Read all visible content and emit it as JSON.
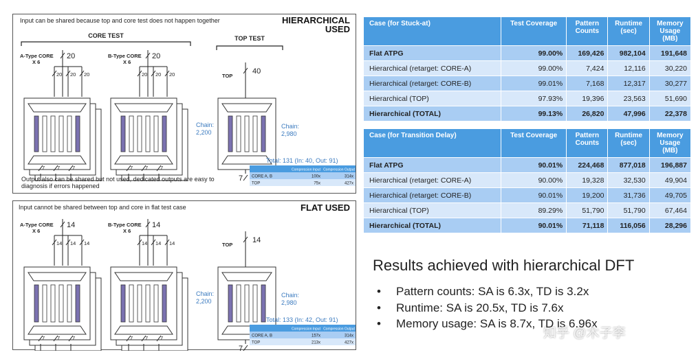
{
  "hier_panel": {
    "title_line1": "HIERARCHICAL",
    "title_line2": "USED",
    "top_note": "Input can be shared because top and core test does not happen together",
    "bottom_note_line1": "Output also can be shared but not used, dedicated outputs are easy to",
    "bottom_note_line2": "diagnosis if errors happened",
    "core_test_label": "CORE TEST",
    "top_test_label": "TOP TEST",
    "a_core_label": "A-Type CORE",
    "b_core_label": "B-Type CORE",
    "times": "X 6",
    "core_width": "20",
    "top_label": "TOP",
    "top_width": "40",
    "core_chain": "Chain:\n2,200",
    "top_chain": "Chain:\n2,980",
    "out_width": "7",
    "total": "Total: 131 (In: 40, Out: 91)",
    "mini_table": {
      "headers": [
        "",
        "Compression Input",
        "Compression Output"
      ],
      "rows": [
        [
          "CORE A, B",
          "100x",
          "314x"
        ],
        [
          "TOP",
          "75x",
          "427x"
        ]
      ]
    }
  },
  "flat_panel": {
    "title": "FLAT USED",
    "top_note": "Input cannot be shared between top and core in flat test case",
    "a_core_label": "A-Type CORE",
    "b_core_label": "B-Type CORE",
    "times": "X 6",
    "core_width": "14",
    "top_label": "TOP",
    "top_width": "14",
    "core_chain": "Chain:\n2,200",
    "top_chain": "Chain:\n2,980",
    "out_width": "7",
    "total": "Total: 133 (In: 42, Out: 91)",
    "mini_table": {
      "headers": [
        "",
        "Compression Input",
        "Compression Output"
      ],
      "rows": [
        [
          "CORE A, B",
          "157x",
          "314x"
        ],
        [
          "TOP",
          "213x",
          "427x"
        ]
      ]
    }
  },
  "stuck_at_table": {
    "headers": [
      "Case (for Stuck-at)",
      "Test Coverage",
      "Pattern\nCounts",
      "Runtime\n(sec)",
      "Memory\nUsage\n(MB)"
    ],
    "rows": [
      {
        "cells": [
          "Flat ATPG",
          "99.00%",
          "169,426",
          "982,104",
          "191,648"
        ],
        "bold": true
      },
      {
        "cells": [
          "Hierarchical (retarget: CORE-A)",
          "99.00%",
          "7,424",
          "12,116",
          "30,220"
        ],
        "bold": false
      },
      {
        "cells": [
          "Hierarchical (retarget: CORE-B)",
          "99.01%",
          "7,168",
          "12,317",
          "30,277"
        ],
        "bold": false
      },
      {
        "cells": [
          "Hierarchical (TOP)",
          "97.93%",
          "19,396",
          "23,563",
          "51,690"
        ],
        "bold": false
      },
      {
        "cells": [
          "Hierarchical (TOTAL)",
          "99.13%",
          "26,820",
          "47,996",
          "22,378"
        ],
        "bold": true
      }
    ]
  },
  "transition_table": {
    "headers": [
      "Case (for Transition Delay)",
      "Test Coverage",
      "Pattern\nCounts",
      "Runtime\n(sec)",
      "Memory\nUsage\n(MB)"
    ],
    "rows": [
      {
        "cells": [
          "Flat ATPG",
          "90.01%",
          "224,468",
          "877,018",
          "196,887"
        ],
        "bold": true
      },
      {
        "cells": [
          "Hierarchical (retarget: CORE-A)",
          "90.00%",
          "19,328",
          "32,530",
          "49,904"
        ],
        "bold": false
      },
      {
        "cells": [
          "Hierarchical (retarget: CORE-B)",
          "90.01%",
          "19,200",
          "31,736",
          "49,705"
        ],
        "bold": false
      },
      {
        "cells": [
          "Hierarchical (TOP)",
          "89.29%",
          "51,790",
          "51,790",
          "67,464"
        ],
        "bold": false
      },
      {
        "cells": [
          "Hierarchical (TOTAL)",
          "90.01%",
          "71,118",
          "116,056",
          "28,296"
        ],
        "bold": true
      }
    ]
  },
  "results": {
    "heading": "Results achieved with hierarchical DFT",
    "bullet": "•",
    "items": [
      "Pattern counts: SA is 6.3x, TD is 3.2x",
      "Runtime: SA is 20.5x, TD is 7.6x",
      "Memory usage: SA is 8.7x, TD is 6.96x"
    ]
  },
  "watermark": "知乎 @木子李",
  "colors": {
    "header_blue": "#4a9ce0",
    "row_dark": "#a9cdf3",
    "row_light": "#d8e8fa",
    "chain_bar": "#7b72b0",
    "chain_text": "#3a7abf"
  }
}
